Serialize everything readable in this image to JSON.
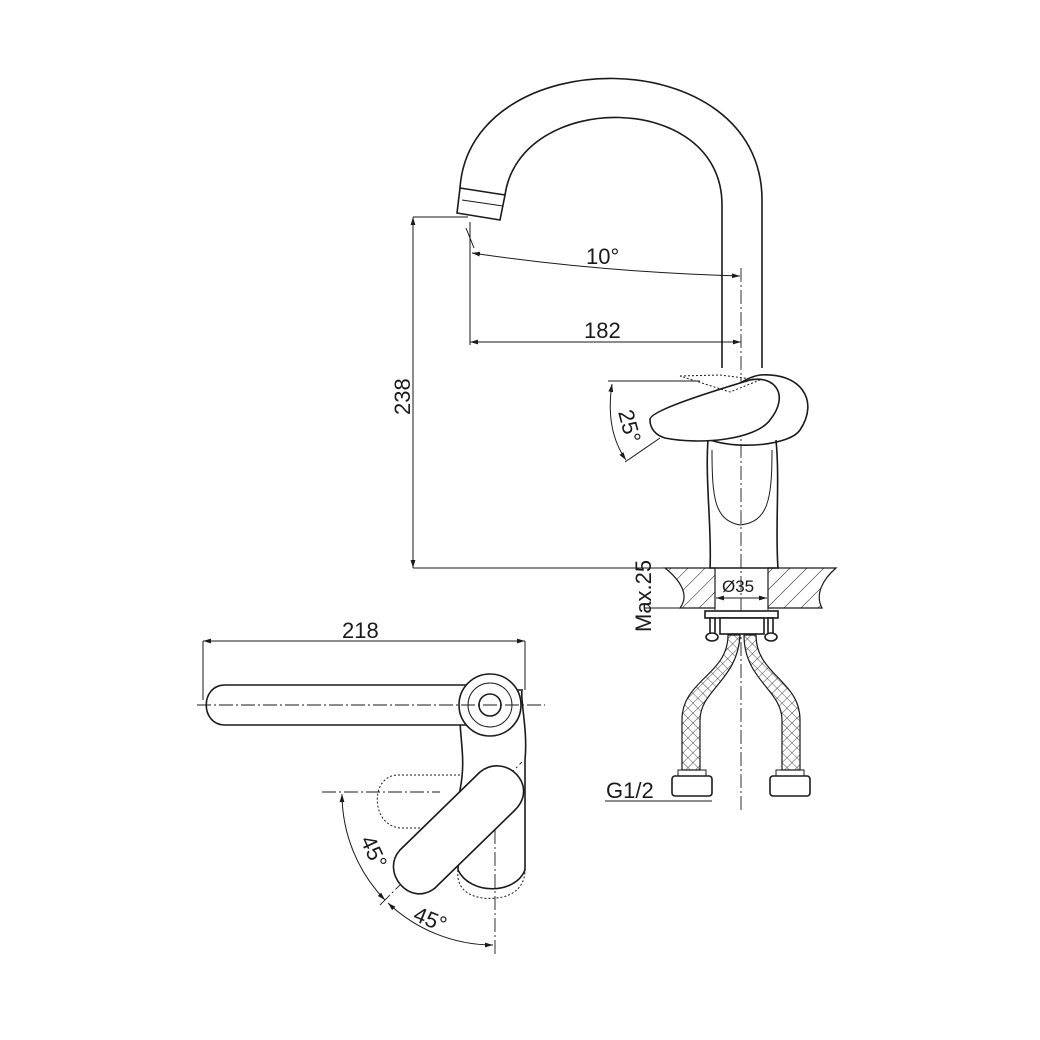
{
  "side_view": {
    "dim_height": "238",
    "dim_reach": "182",
    "dim_spout_angle": "10°",
    "dim_lever_angle": "25°",
    "dim_max_thickness": "Max.25",
    "dim_hole_diameter": "Ø35",
    "thread_label": "G1/2"
  },
  "top_view": {
    "dim_length": "218",
    "dim_rotation_left": "45°",
    "dim_rotation_right": "45°"
  }
}
